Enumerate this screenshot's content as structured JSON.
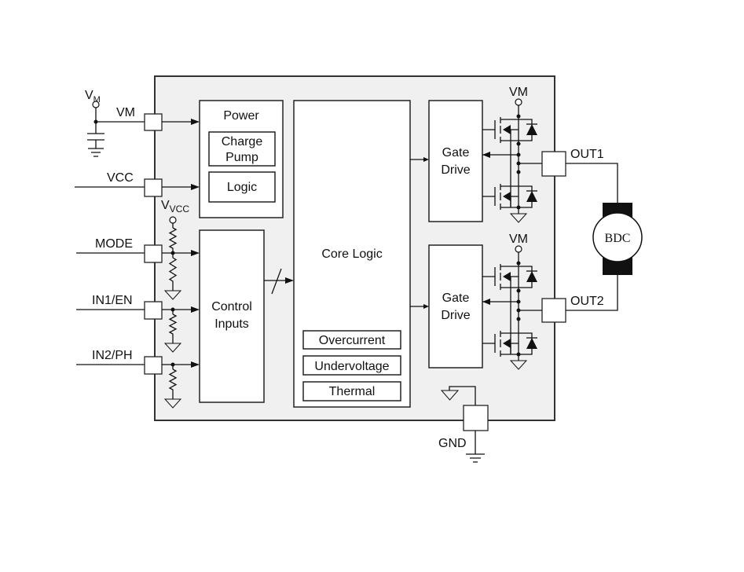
{
  "external": {
    "vm_supply": "V",
    "vm_supply_sub": "M",
    "vcc_supply": "V",
    "vcc_supply_sub": "VCC"
  },
  "pins": {
    "vm": "VM",
    "vcc": "VCC",
    "mode": "MODE",
    "in1": "IN1/EN",
    "in2": "IN2/PH",
    "out1": "OUT1",
    "out2": "OUT2",
    "gnd": "GND"
  },
  "blocks": {
    "power": "Power",
    "charge_pump_1": "Charge",
    "charge_pump_2": "Pump",
    "logic": "Logic",
    "control_1": "Control",
    "control_2": "Inputs",
    "core_logic": "Core Logic",
    "overcurrent": "Overcurrent",
    "undervoltage": "Undervoltage",
    "thermal": "Thermal",
    "gate_drive_1": "Gate",
    "gate_drive_2": "Drive"
  },
  "bridge": {
    "vm_label_1": "VM",
    "vm_label_2": "VM"
  },
  "motor": {
    "label": "BDC"
  },
  "colors": {
    "chip_fill": "#f0f0f0",
    "line": "#111111"
  }
}
